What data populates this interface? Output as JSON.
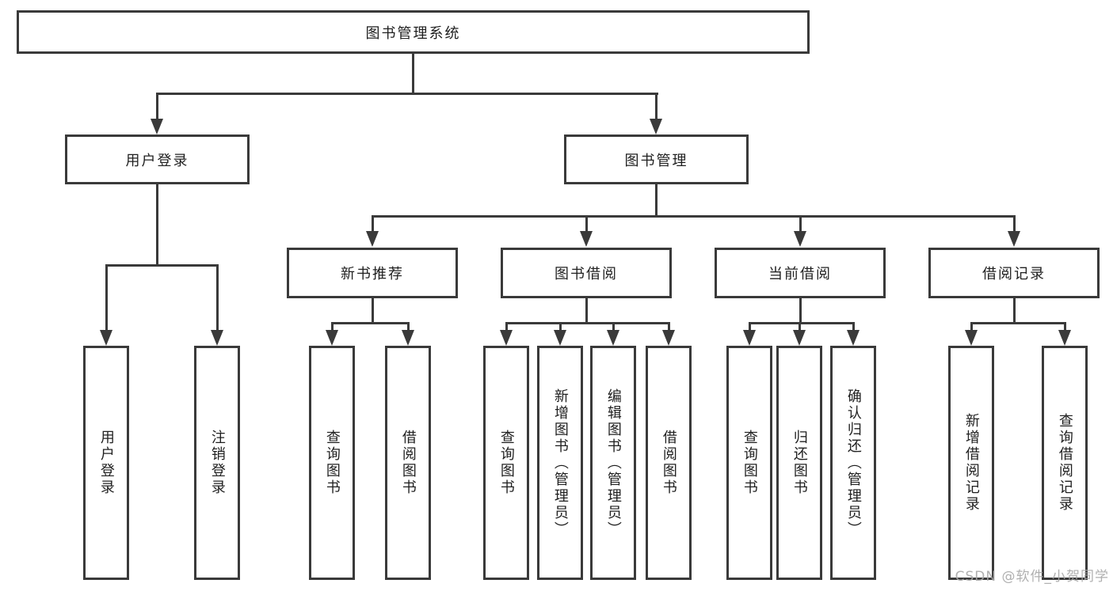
{
  "colors": {
    "line": "#3a3a3a",
    "text": "#1f1f1f",
    "watermark": "#a8a8a8",
    "background": "#ffffff"
  },
  "watermark": {
    "text": "CSDN @软件_小贺同学"
  },
  "tree": {
    "label": "图书管理系统",
    "children": [
      {
        "label": "用户登录",
        "children": [
          {
            "label": "用户登录"
          },
          {
            "label": "注销登录"
          }
        ]
      },
      {
        "label": "图书管理",
        "children": [
          {
            "label": "新书推荐",
            "children": [
              {
                "label": "查询图书"
              },
              {
                "label": "借阅图书"
              }
            ]
          },
          {
            "label": "图书借阅",
            "children": [
              {
                "label": "查询图书"
              },
              {
                "label": "新增图书（管理员）"
              },
              {
                "label": "编辑图书（管理员）"
              },
              {
                "label": "借阅图书"
              }
            ]
          },
          {
            "label": "当前借阅",
            "children": [
              {
                "label": "查询图书"
              },
              {
                "label": "归还图书"
              },
              {
                "label": "确认归还（管理员）"
              }
            ]
          },
          {
            "label": "借阅记录",
            "children": [
              {
                "label": "新增借阅记录"
              },
              {
                "label": "查询借阅记录"
              }
            ]
          }
        ]
      }
    ]
  }
}
